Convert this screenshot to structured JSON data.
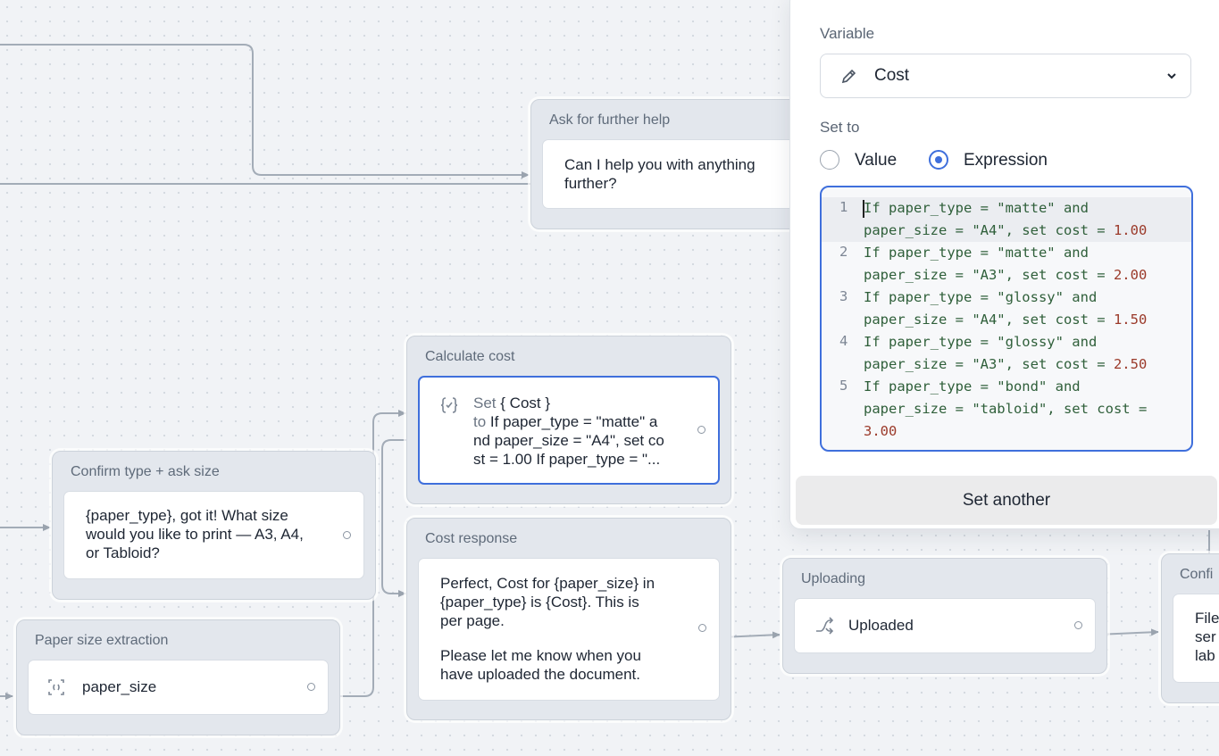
{
  "panel": {
    "variable_label": "Variable",
    "variable_value": "Cost",
    "set_to_label": "Set to",
    "option_value": "Value",
    "option_expression": "Expression",
    "selected_option": "Expression",
    "code_lines": [
      {
        "n": "1",
        "a": "If paper_type = \"matte\" and",
        "b": "paper_size = \"A4\", set cost = ",
        "v": "1.00"
      },
      {
        "n": "2",
        "a": "If paper_type = \"matte\" and",
        "b": "paper_size = \"A3\", set cost = ",
        "v": "2.00"
      },
      {
        "n": "3",
        "a": "If paper_type = \"glossy\" and",
        "b": "paper_size = \"A4\", set cost = ",
        "v": "1.50"
      },
      {
        "n": "4",
        "a": "If paper_type = \"glossy\" and",
        "b": "paper_size = \"A3\", set cost = ",
        "v": "2.50"
      },
      {
        "n": "5",
        "a": "If paper_type = \"bond\" and",
        "b": "paper_size = \"tabloid\", set cost =",
        "v": "3.00"
      }
    ],
    "set_another_label": "Set another"
  },
  "nodes": {
    "further_help": {
      "title": "Ask for further help",
      "text_1": "Can I help you with anything",
      "text_2": "further?"
    },
    "calculate_cost": {
      "title": "Calculate cost",
      "set_word": "Set",
      "variable": "{ Cost }",
      "to_word": "to",
      "line_1": "If paper_type = \"matte\" a",
      "line_2": "nd paper_size = \"A4\", set co",
      "line_3": "st = 1.00 If paper_type = \"..."
    },
    "confirm_type": {
      "title": "Confirm type + ask size",
      "line_1": "{paper_type}, got it! What size",
      "line_2": "would you like to print — A3, A4,",
      "line_3": "or Tabloid?"
    },
    "cost_response": {
      "title": "Cost response",
      "line_1": "Perfect, Cost for {paper_size} in",
      "line_2": "{paper_type}  is {Cost}. This is",
      "line_3": "per page.",
      "line_4": "Please let me know when you",
      "line_5": "have uploaded the document."
    },
    "paper_size_extraction": {
      "title": "Paper size extraction",
      "label": "paper_size"
    },
    "uploading": {
      "title": "Uploading",
      "label": "Uploaded"
    },
    "confirm_partial": {
      "title": "Confi",
      "line_1": "File",
      "line_2": "ser",
      "line_3": "lab"
    }
  },
  "icons": {
    "pencil": "pencil-icon",
    "chevron": "chevron-down-icon",
    "set_variable": "set-variable-icon",
    "capture": "capture-icon",
    "branch": "branch-icon"
  },
  "colors": {
    "accent": "#3f6fdc",
    "canvas": "#f1f3f6",
    "node": "#e3e7ed"
  }
}
